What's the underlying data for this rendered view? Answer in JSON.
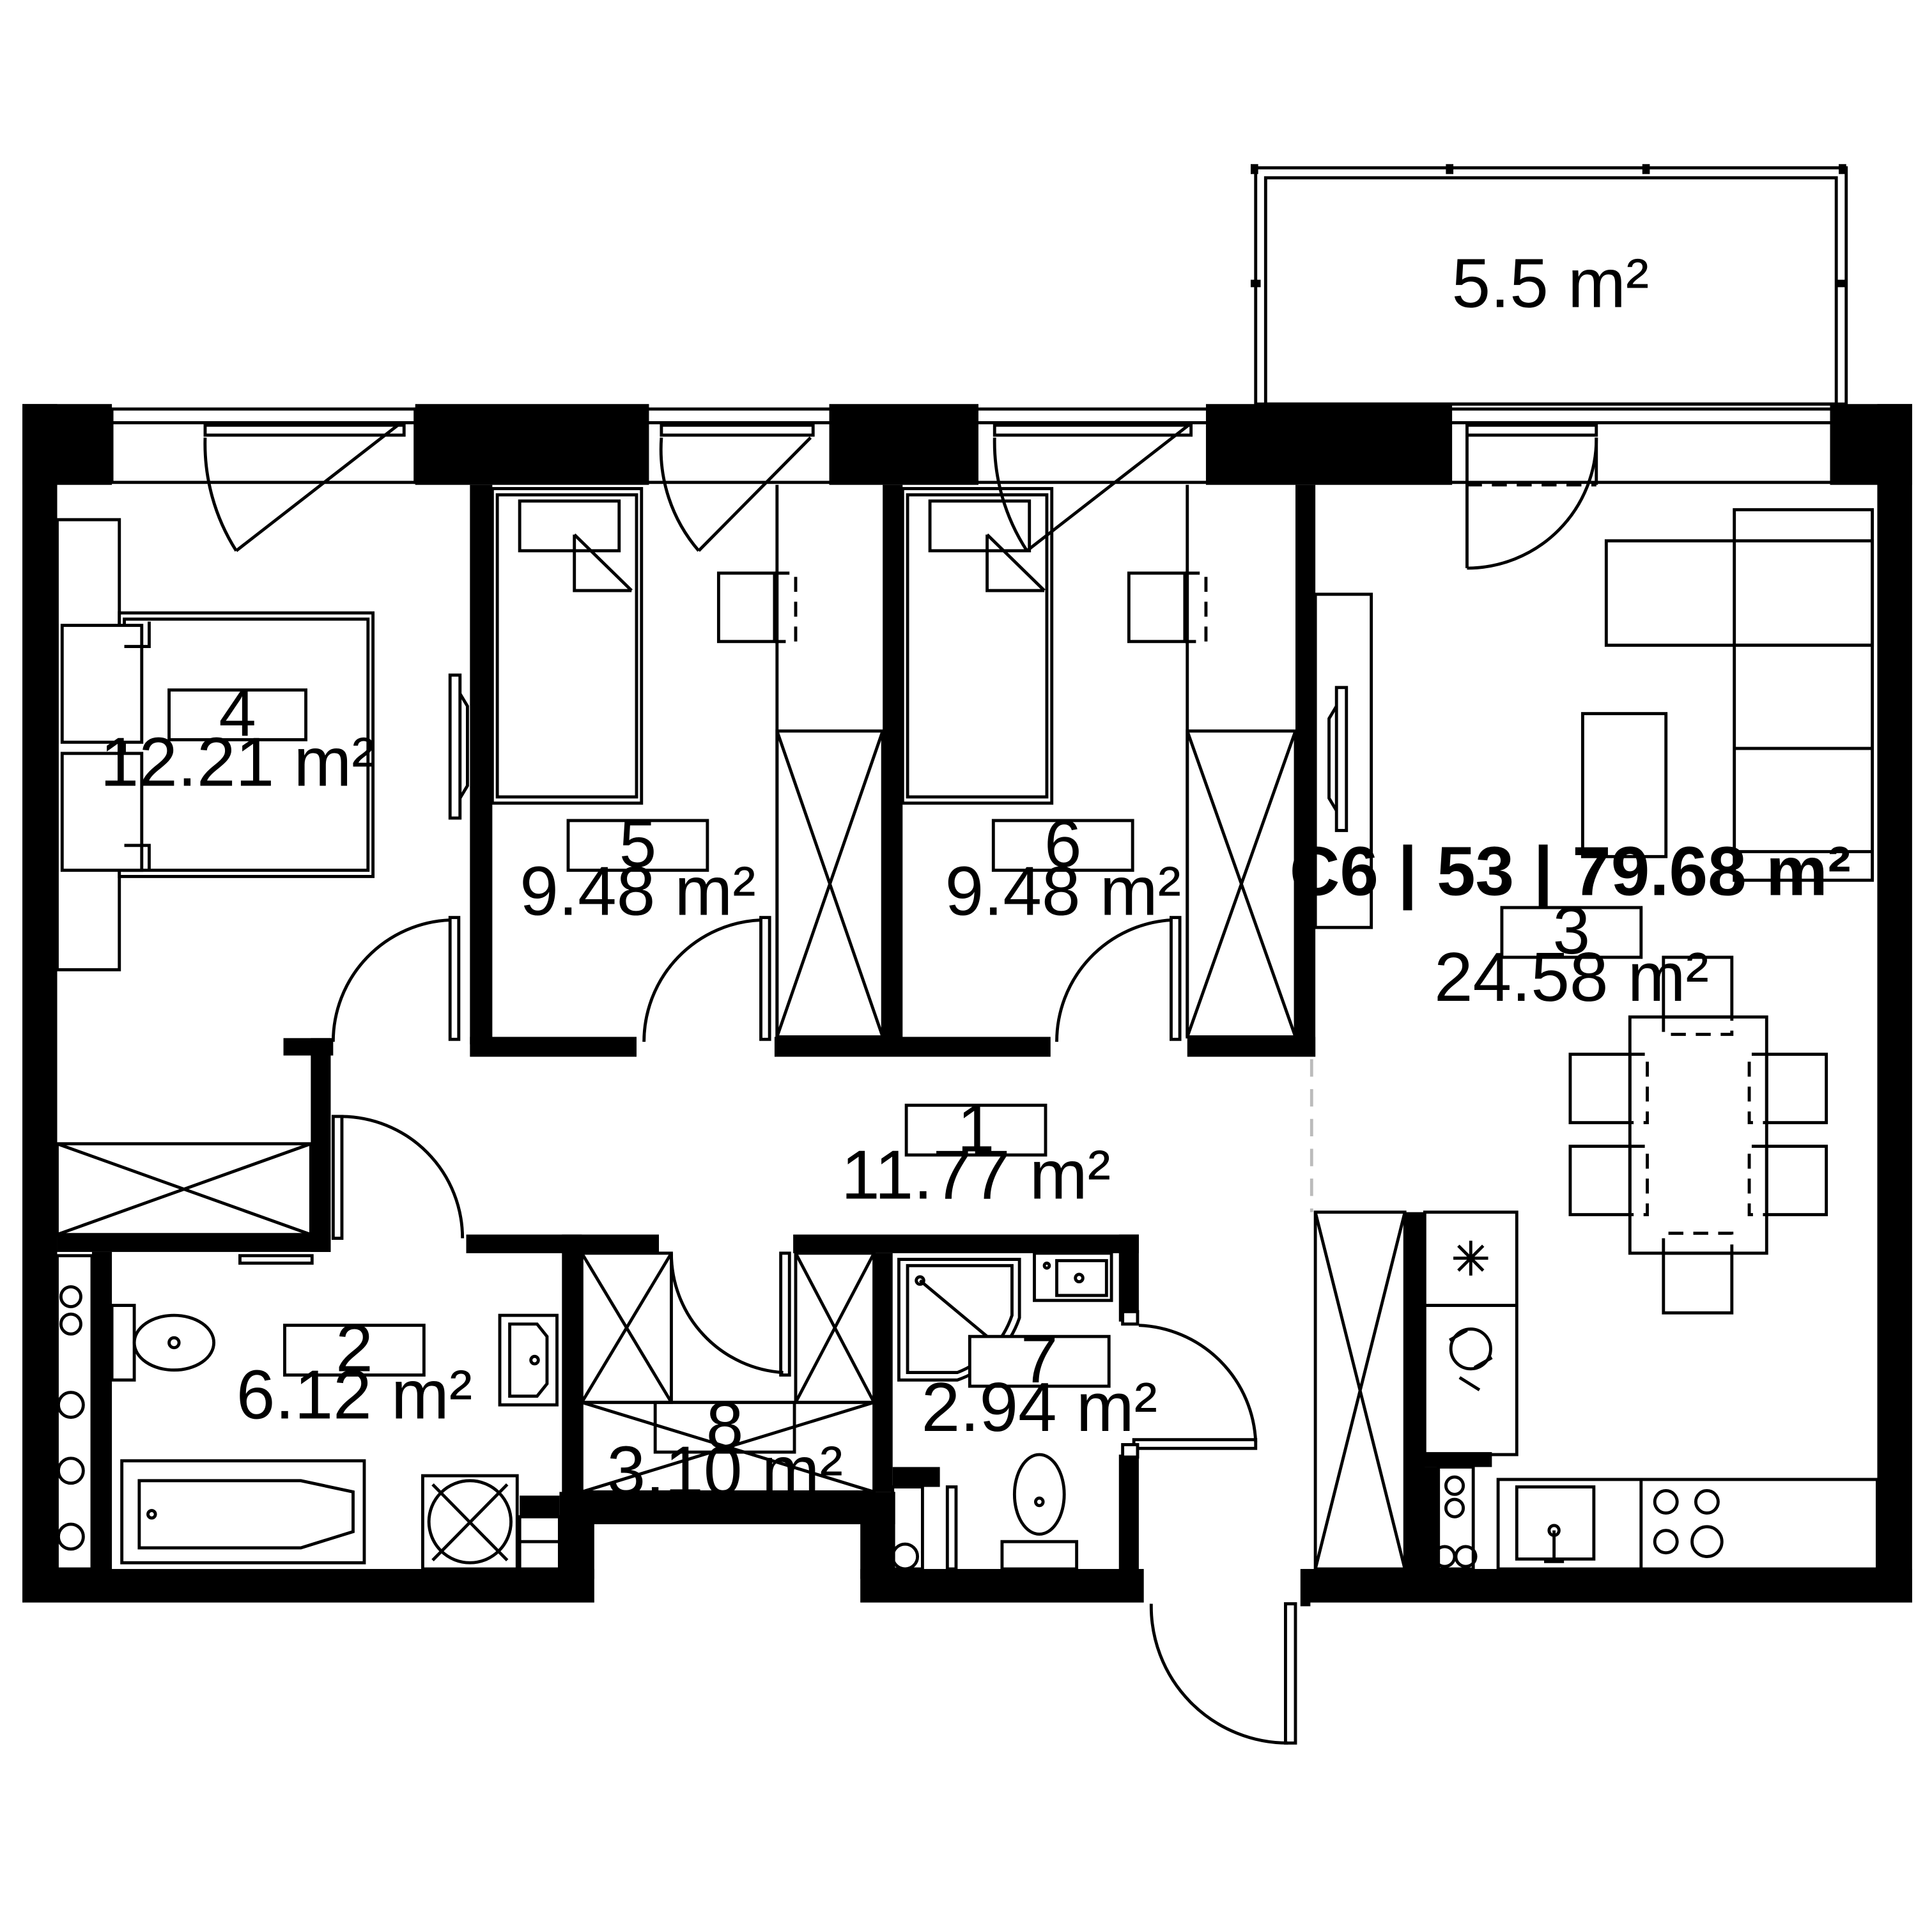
{
  "apartment": {
    "title": "C6 | 53 | 79.68 m²"
  },
  "balcony": {
    "area": "5.5 m²"
  },
  "rooms": [
    {
      "number": "1",
      "area": "11.77 m²"
    },
    {
      "number": "2",
      "area": "6.12 m²"
    },
    {
      "number": "3",
      "area": "24.58 m²"
    },
    {
      "number": "4",
      "area": "12.21 m²"
    },
    {
      "number": "5",
      "area": "9.48 m²"
    },
    {
      "number": "6",
      "area": "9.48 m²"
    },
    {
      "number": "7",
      "area": "2.94 m²"
    },
    {
      "number": "8",
      "area": "3.10 m²"
    }
  ]
}
